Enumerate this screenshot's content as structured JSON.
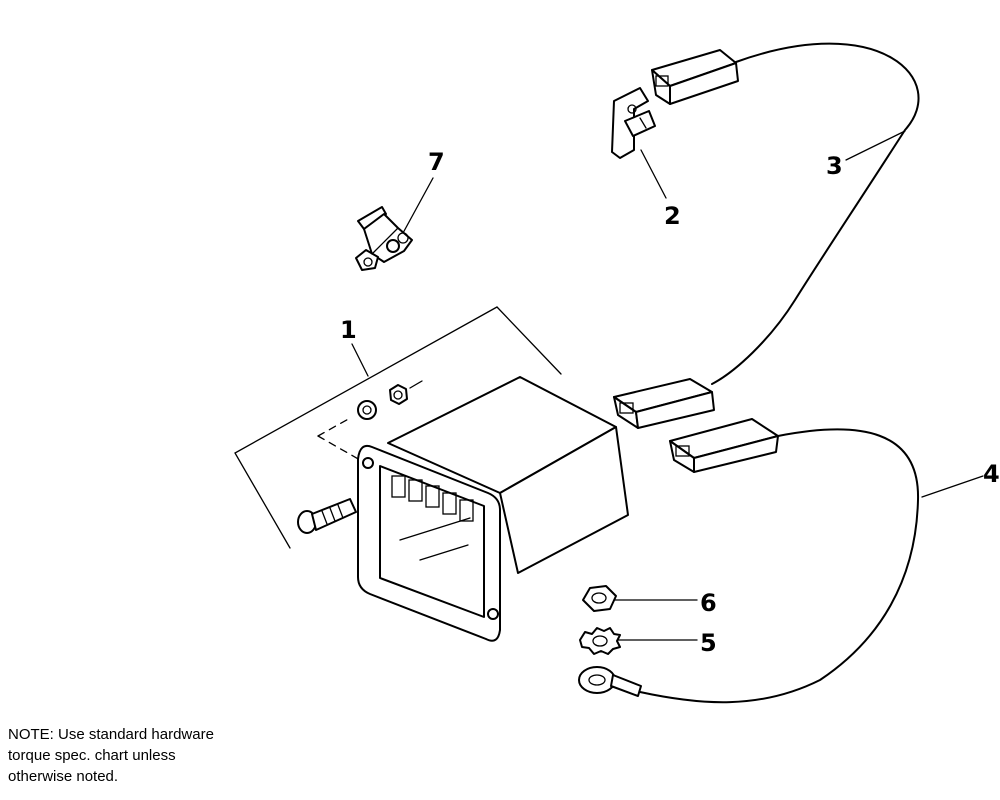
{
  "callouts": {
    "c1": "1",
    "c2": "2",
    "c3": "3",
    "c4": "4",
    "c5": "5",
    "c6": "6",
    "c7": "7"
  },
  "note": {
    "line1": "NOTE: Use standard hardware",
    "line2": "torque spec. chart unless",
    "line3": "otherwise noted."
  }
}
